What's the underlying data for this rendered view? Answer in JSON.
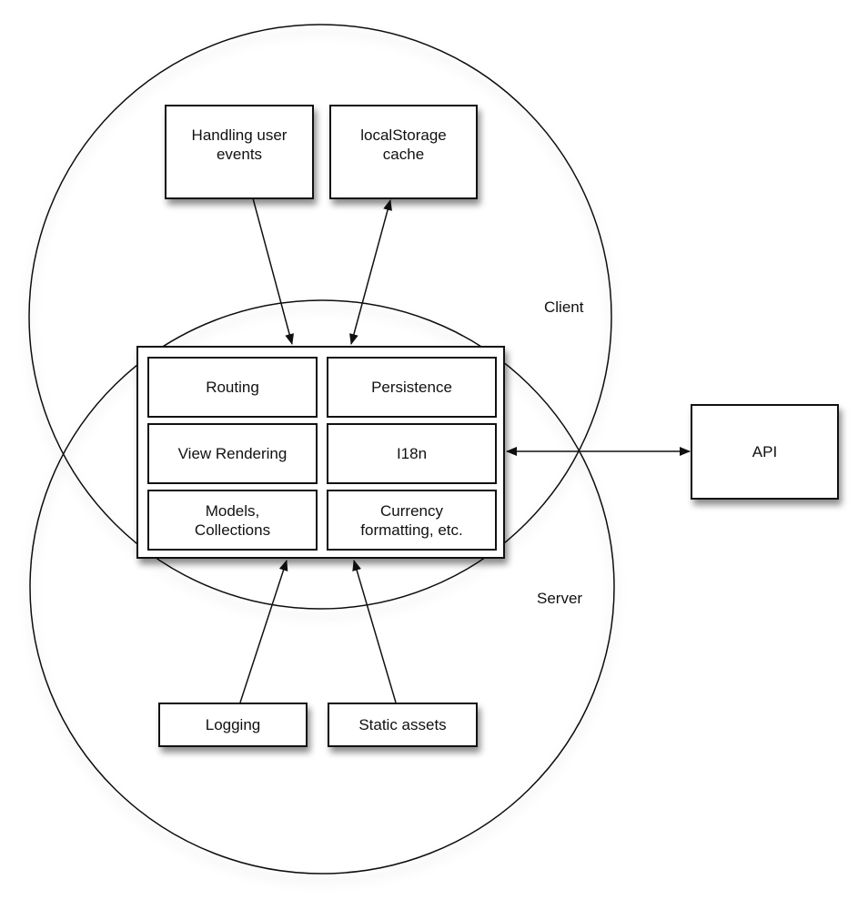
{
  "regions": {
    "client": "Client",
    "server": "Server"
  },
  "boxes": {
    "user_events": "Handling user\nevents",
    "local_storage": "localStorage\ncache",
    "api": "API",
    "logging": "Logging",
    "static_assets": "Static assets"
  },
  "core_modules": [
    "Routing",
    "Persistence",
    "View Rendering",
    "I18n",
    "Models,\nCollections",
    "Currency\nformatting, etc."
  ],
  "edges": [
    {
      "from": "Handling user events",
      "to": "core",
      "direction": "to-core"
    },
    {
      "from": "localStorage cache",
      "to": "core",
      "direction": "bidirectional"
    },
    {
      "from": "API",
      "to": "core",
      "direction": "bidirectional"
    },
    {
      "from": "Logging",
      "to": "core",
      "direction": "to-core"
    },
    {
      "from": "Static assets",
      "to": "core",
      "direction": "to-core"
    }
  ]
}
